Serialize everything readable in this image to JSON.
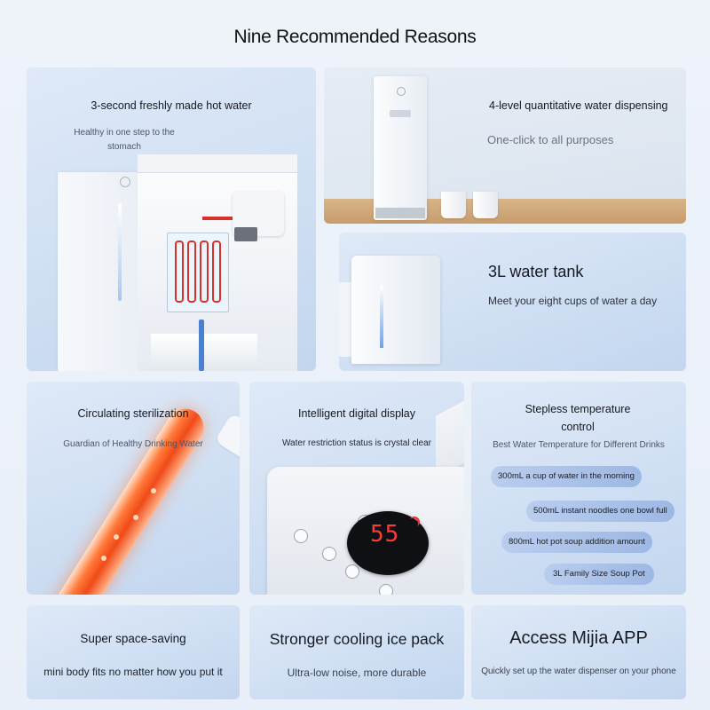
{
  "page": {
    "title": "Nine Recommended Reasons"
  },
  "cards": {
    "hot_water": {
      "title": "3-second freshly made hot water",
      "subtitle": "Healthy in one step to the stomach"
    },
    "quantitative": {
      "title": "4-level quantitative water dispensing",
      "subtitle": "One-click to all purposes"
    },
    "tank": {
      "title": "3L water tank",
      "subtitle": "Meet your eight cups of water a day"
    },
    "sterilization": {
      "title": "Circulating sterilization",
      "subtitle": "Guardian of Healthy Drinking Water"
    },
    "display": {
      "title": "Intelligent digital display",
      "subtitle": "Water restriction status is crystal clear",
      "readout": "55"
    },
    "temperature": {
      "title": "Stepless temperature control",
      "subtitle": "Best Water Temperature for Different Drinks",
      "chips": [
        "300mL a cup of water in the morning",
        "500mL instant noodles one bowl full",
        "800mL hot pot soup addition amount",
        "3L Family Size Soup Pot"
      ]
    },
    "space": {
      "title": "Super space-saving",
      "subtitle": "mini body fits no matter how you put it"
    },
    "ice_pack": {
      "title": "Stronger cooling ice pack",
      "subtitle": "Ultra-low noise, more durable"
    },
    "app": {
      "title": "Access Mijia APP",
      "subtitle": "Quickly set up the water dispenser on your phone"
    }
  },
  "colors": {
    "accent_red": "#d7322a",
    "accent_blue": "#4b7fd0",
    "chip_blue": "#a9c1e9"
  }
}
